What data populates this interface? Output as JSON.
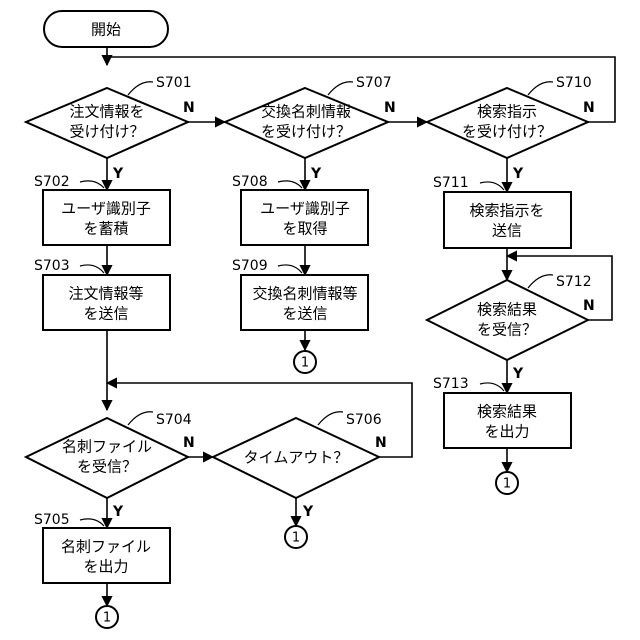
{
  "start": {
    "label": "開始"
  },
  "steps": {
    "S701": {
      "id": "S701",
      "lines": [
        "注文情報を",
        "受け付け？"
      ]
    },
    "S702": {
      "id": "S702",
      "lines": [
        "ユーザ識別子",
        "を蓄積"
      ]
    },
    "S703": {
      "id": "S703",
      "lines": [
        "注文情報等",
        "を送信"
      ]
    },
    "S704": {
      "id": "S704",
      "lines": [
        "名刺ファイル",
        "を受信？"
      ]
    },
    "S705": {
      "id": "S705",
      "lines": [
        "名刺ファイル",
        "を出力"
      ]
    },
    "S706": {
      "id": "S706",
      "lines": [
        "タイムアウト？"
      ]
    },
    "S707": {
      "id": "S707",
      "lines": [
        "交換名刺情報",
        "を受け付け？"
      ]
    },
    "S708": {
      "id": "S708",
      "lines": [
        "ユーザ識別子",
        "を取得"
      ]
    },
    "S709": {
      "id": "S709",
      "lines": [
        "交換名刺情報等",
        "を送信"
      ]
    },
    "S710": {
      "id": "S710",
      "lines": [
        "検索指示",
        "を受け付け？"
      ]
    },
    "S711": {
      "id": "S711",
      "lines": [
        "検索指示を",
        "送信"
      ]
    },
    "S712": {
      "id": "S712",
      "lines": [
        "検索結果",
        "を受信？"
      ]
    },
    "S713": {
      "id": "S713",
      "lines": [
        "検索結果",
        "を出力"
      ]
    }
  },
  "branch": {
    "yes": "Y",
    "no": "N"
  },
  "connector": {
    "label": "1"
  }
}
